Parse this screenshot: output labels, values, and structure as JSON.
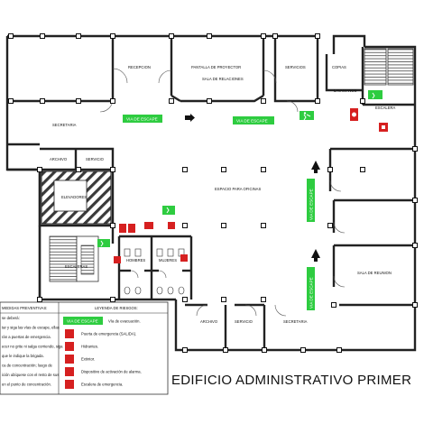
{
  "rooms": {
    "recepcion": "RECEPCION",
    "pantalla": "PANTALLA DE PROYECTOR",
    "sala_relaciones": "SALA DE RELACIONES",
    "servicios": "SERVICIOS",
    "copias": "COPIAS",
    "lavamanos": "LAVAMANOS",
    "escalera_right": "ESCALERA",
    "secretaria_left": "SECRETARIA",
    "archivo_left": "ARCHIVO",
    "servicio_left": "SERVICIO",
    "elevadores": "ELEVADORES",
    "espacio_oficinas": "ESPACIO PARA OFICINAS",
    "hombres": "HOMBRES",
    "mujeres": "MUJERES",
    "escaleras_left": "ESCALERAS",
    "sala_reunion": "SALA DE REUNION",
    "archivo_bottom": "ARCHIVO",
    "servicio_bottom": "SERVICIO",
    "secretaria_bottom": "SECRETARIA"
  },
  "signs": {
    "via_escape": "VIA DE ESCAPE"
  },
  "legend": {
    "preventive_title": "MEDIDAS PREVENTIVAS:",
    "preventive_lines": [
      "se deberá:",
      "tar y siga las vías de escape, ellas",
      "rán a puertas de emergencia.",
      "ecer no grite ni salga corriendo, siga",
      "que le indique la brigada.",
      "ca de concentración; luego de",
      "ición ubíquese con el resto de sus",
      "en el punto de concentración."
    ],
    "risk_title": "LEYENDA DE RIESGOS:",
    "risk_items": [
      "Vía de evacuación.",
      "Puerta de emergencia (SALIDA).",
      "Hidrantes.",
      "Extintor.",
      "Dispositivo de activación de alarma.",
      "Escalera de emergencia."
    ]
  },
  "title": "EDIFICIO ADMINISTRATIVO PRIMER",
  "colors": {
    "escape_green": "#2ecc40",
    "safety_red": "#d62020",
    "wall": "#222222",
    "hatch": "#444444"
  },
  "icons": [
    "running-man-exit-icon",
    "hydrant-icon",
    "extinguisher-icon",
    "alarm-icon",
    "emergency-stairs-icon",
    "arrow-icon"
  ]
}
